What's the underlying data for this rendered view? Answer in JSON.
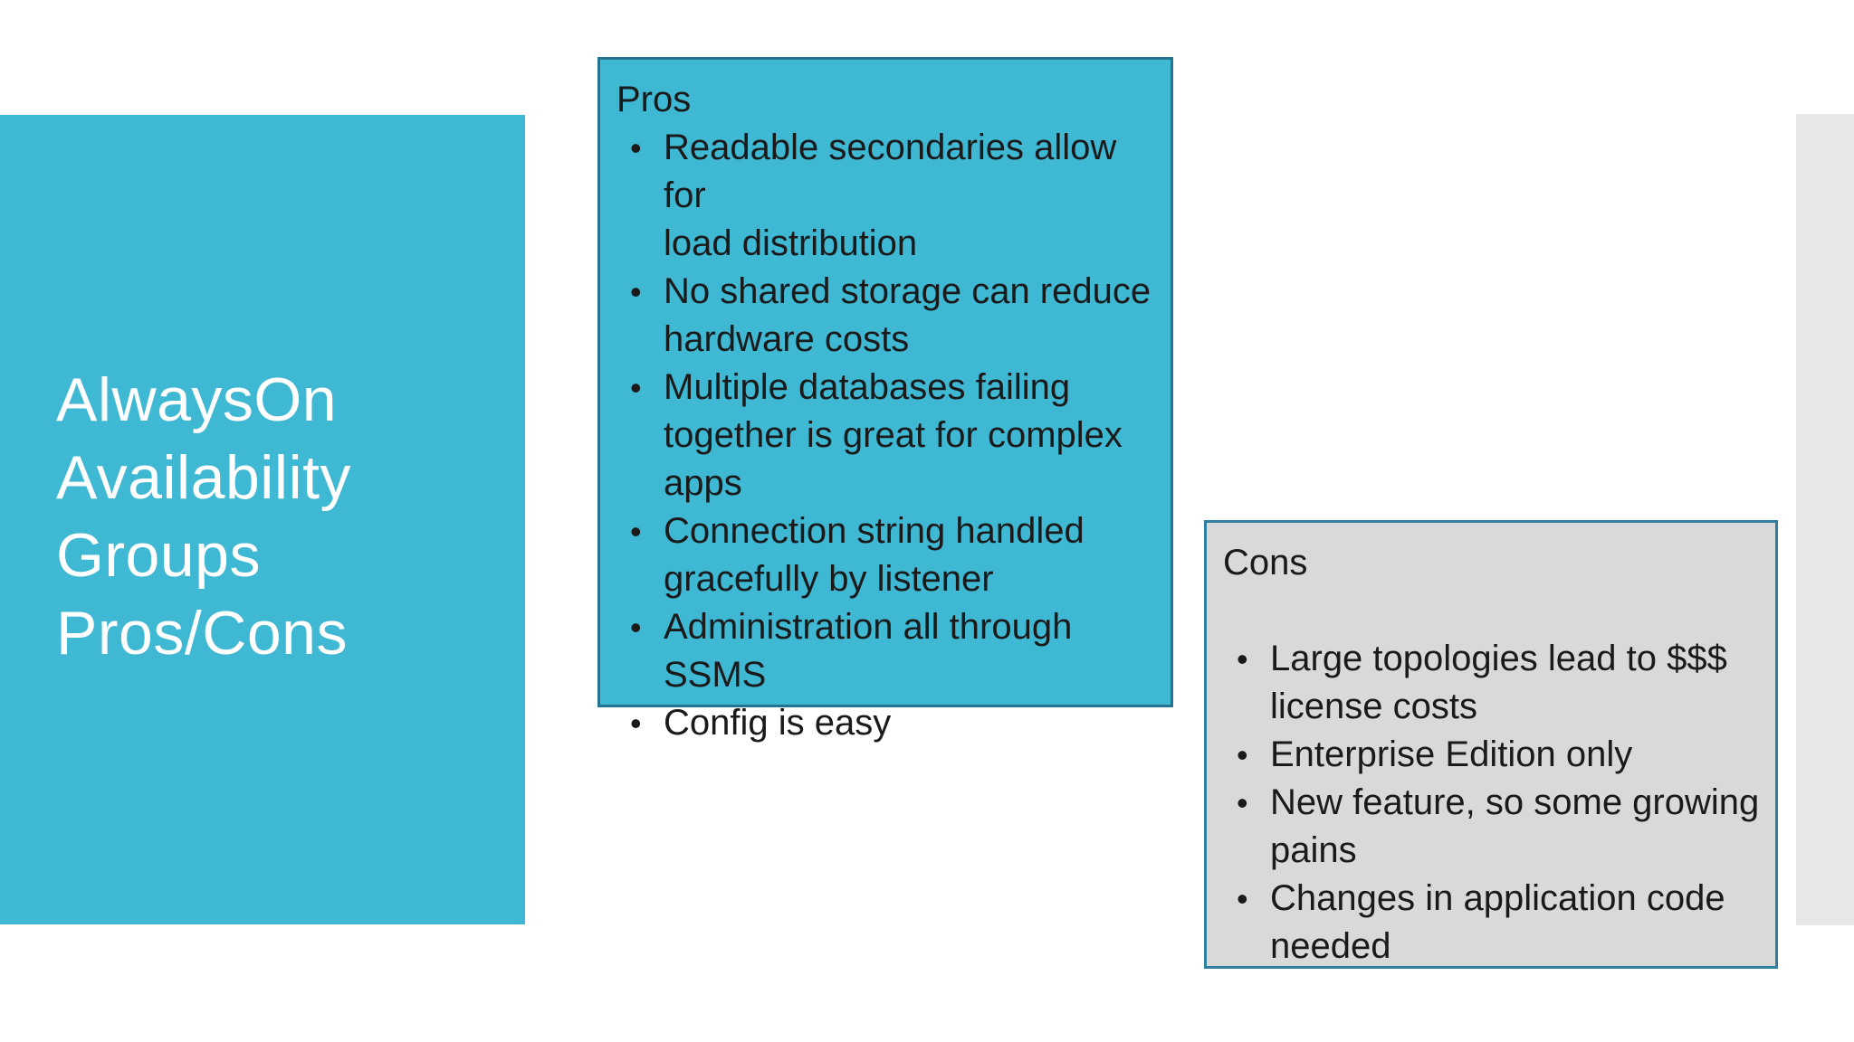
{
  "slide": {
    "title": "AlwaysOn\nAvailability\nGroups\nPros/Cons",
    "bullet_char": "•",
    "pros": {
      "heading": "Pros",
      "items": [
        "Readable secondaries allow for\nload distribution",
        "No shared storage can reduce\nhardware costs",
        "Multiple databases failing\ntogether is great for complex\napps",
        "Connection string handled\ngracefully by listener",
        "Administration all through\nSSMS",
        "Config is easy"
      ]
    },
    "cons": {
      "heading": "Cons",
      "items": [
        "Large topologies lead to $$$\nlicense costs",
        "Enterprise Edition only",
        "New feature, so some growing\npains",
        "Changes in application code\nneeded"
      ]
    },
    "colors": {
      "teal_fill": "#3fb8d4",
      "pros_border": "#24748f",
      "cons_fill": "#d9d9d9",
      "cons_border": "#2e7fa0",
      "right_strip": "#e7e7e9",
      "title_text": "#ffffff",
      "body_text": "#1a1a1a"
    }
  }
}
